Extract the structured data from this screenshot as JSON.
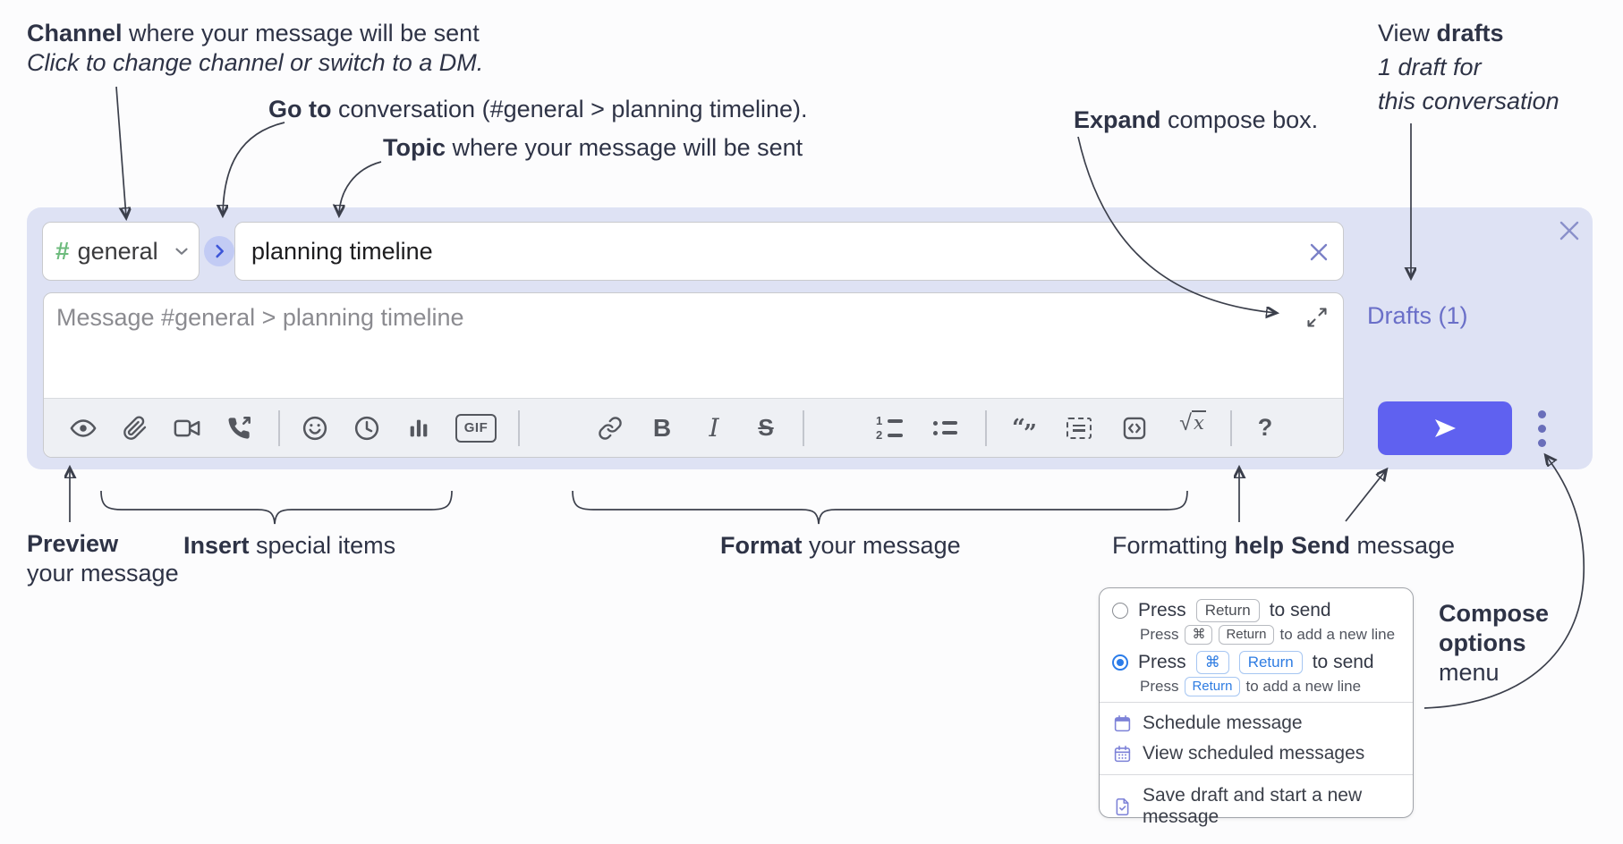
{
  "annotations": {
    "channel_line1_bold": "Channel",
    "channel_line1_rest": " where your message will be sent",
    "channel_line2": "Click to change channel or switch to a DM.",
    "goto_bold": "Go to",
    "goto_rest": " conversation (#general > planning timeline).",
    "topic_bold": "Topic",
    "topic_rest": " where your message will be sent",
    "expand_bold": "Expand",
    "expand_rest": " compose box.",
    "drafts_line1_pre": "View ",
    "drafts_line1_bold": "drafts",
    "drafts_line2": "1 draft for",
    "drafts_line3": "this conversation",
    "preview_bold": "Preview",
    "preview_line2": "your message",
    "insert_bold": "Insert",
    "insert_rest": " special items",
    "format_bold": "Format",
    "format_rest": " your message",
    "help_pre": "Formatting ",
    "help_bold": "help",
    "send_bold": "Send",
    "send_rest": " message",
    "compose_options_line1": "Compose",
    "compose_options_line2": "options",
    "compose_options_line3": "menu"
  },
  "compose": {
    "channel_hash": "#",
    "channel_name": "general",
    "topic_value": "planning timeline",
    "message_placeholder": "Message #general > planning timeline",
    "drafts_link": "Drafts (1)",
    "toolbar": {
      "gif": "GIF",
      "bold": "B",
      "italic": "I",
      "strike": "S",
      "ol_num1": "1",
      "ol_num2": "2",
      "quote_open": "“",
      "quote_close": "”",
      "math_root": "√",
      "math_x": "x",
      "help": "?"
    }
  },
  "options_menu": {
    "opt1_press": "Press",
    "opt1_key": "Return",
    "opt1_after": "to send",
    "opt1_sub_press": "Press",
    "opt1_sub_key1": "⌘",
    "opt1_sub_key2": "Return",
    "opt1_sub_after": "to add a new line",
    "opt2_press": "Press",
    "opt2_key1": "⌘",
    "opt2_key2": "Return",
    "opt2_after": "to send",
    "opt2_sub_press": "Press",
    "opt2_sub_key": "Return",
    "opt2_sub_after": "to add a new line",
    "item_schedule": "Schedule message",
    "item_view_scheduled": "View scheduled messages",
    "item_save_draft": "Save draft and start a new message"
  },
  "colors": {
    "accent_send": "#5f61f0",
    "compose_background": "#dee2f4",
    "drafts_link": "#6a6fc8",
    "radio_blue": "#2b7ce9",
    "channel_hash_green": "#6dbb7d",
    "menu_icon_purple": "#7d82d8"
  }
}
